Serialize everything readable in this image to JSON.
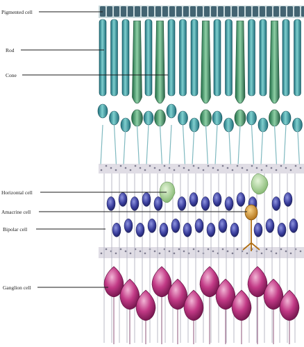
{
  "diagram": {
    "subject": "Layers of the retina (histological illustration)",
    "labels": [
      {
        "id": "pigmented",
        "text": "Pigmented cell"
      },
      {
        "id": "rod",
        "text": "Rod"
      },
      {
        "id": "cone",
        "text": "Cone"
      },
      {
        "id": "horizontal",
        "text": "Horizontal cell"
      },
      {
        "id": "amacrine",
        "text": "Amacrine cell"
      },
      {
        "id": "bipolar",
        "text": "Bipolar cell"
      },
      {
        "id": "ganglion",
        "text": "Ganglion cell"
      }
    ],
    "colors": {
      "rod": "#2f8f9a",
      "cone": "#3c9a6e",
      "pigment": "#2b4f5f",
      "horizontal": "#9ccf8c",
      "amacrine": "#d4972e",
      "bipolar": "#3b3f9e",
      "ganglion": "#b02c78",
      "fibers": "#b9b9c6"
    }
  }
}
